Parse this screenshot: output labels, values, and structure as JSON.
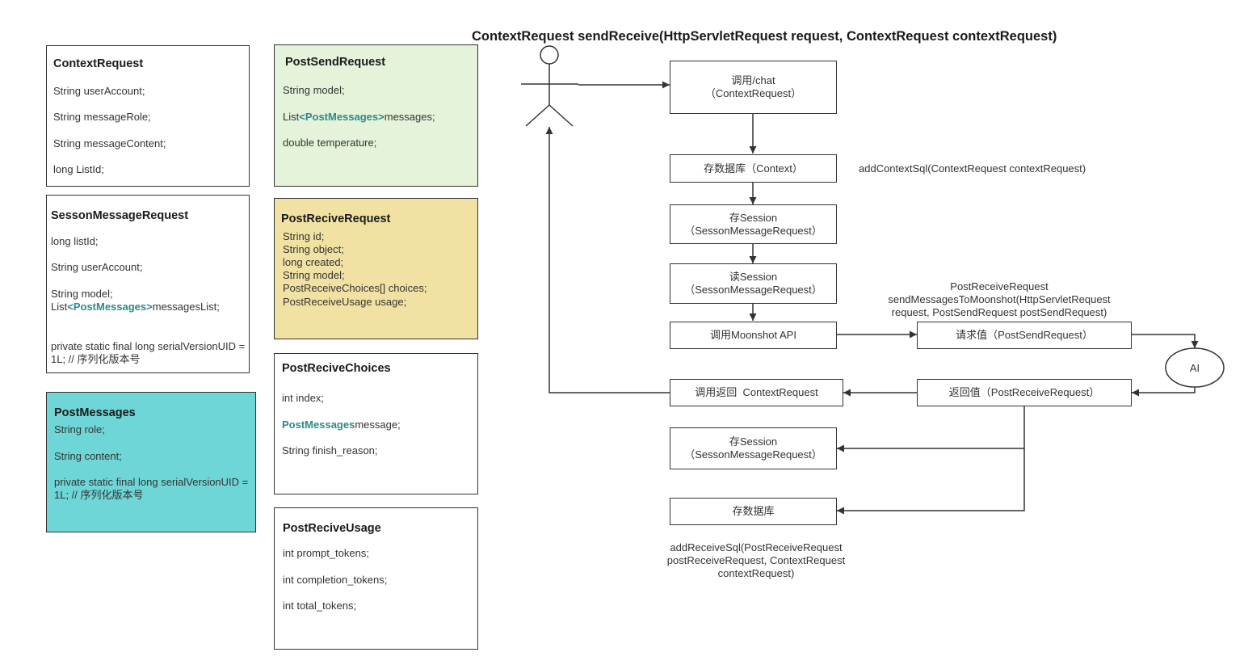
{
  "title": "ContextRequest sendReceive(HttpServletRequest request, ContextRequest contextRequest)",
  "colors": {
    "post_send_bg": "#e4f3da",
    "post_recive_bg": "#f1e2a3",
    "post_messages_bg": "#6ed6d6",
    "highlight_text": "#2b8a8a",
    "line": "#333333"
  },
  "classes": {
    "context_request": {
      "name": "ContextRequest",
      "fields": [
        "String userAccount;",
        "String messageRole;",
        "String messageContent;",
        "long ListId;"
      ]
    },
    "session_message_request": {
      "name": "SessonMessageRequest",
      "fields": [
        "long listId;",
        "String userAccount;",
        "String model;"
      ],
      "list_prefix": "List",
      "list_type": "<PostMessages>",
      "list_name": "messagesList;",
      "serial": "private static final long serialVersionUID = 1L; // 序列化版本号"
    },
    "post_messages": {
      "name": "PostMessages",
      "fields": [
        "String role;",
        "String content;"
      ],
      "serial": "private static final long serialVersionUID = 1L; // 序列化版本号"
    },
    "post_send_request": {
      "name": "PostSendRequest",
      "field_model": "String model;",
      "list_prefix": "List",
      "list_type": "<PostMessages>",
      "list_name": "messages;",
      "field_temperature": "double temperature;"
    },
    "post_recive_request": {
      "name": "PostReciveRequest",
      "fields": [
        "String id;",
        "String object;",
        "long created;",
        "String model;",
        "PostReceiveChoices[] choices;",
        "PostReceiveUsage usage;"
      ]
    },
    "post_recive_choices": {
      "name": "PostReciveChoices",
      "field_index": "int index;",
      "message_type": "PostMessages",
      "message_name": "message;",
      "field_finish": "String finish_reason;"
    },
    "post_recive_usage": {
      "name": "PostReciveUsage",
      "fields": [
        "int prompt_tokens;",
        "int completion_tokens;",
        "int total_tokens;"
      ]
    }
  },
  "flow": {
    "call_chat": [
      "调用/chat",
      "（ContextRequest）"
    ],
    "store_db_context": "存数据库（Context）",
    "add_context_sql": "addContextSql(ContextRequest contextRequest)",
    "store_session_1": [
      "存Session",
      "（SessonMessageRequest）"
    ],
    "read_session": [
      "读Session",
      "（SessonMessageRequest）"
    ],
    "call_moonshot": "调用Moonshot API",
    "send_to_moonshot": [
      "PostReceiveRequest",
      "sendMessagesToMoonshot(HttpServletRequest",
      "request, PostSendRequest postSendRequest)"
    ],
    "request_value": "请求值（PostSendRequest）",
    "ai": "AI",
    "return_value": "返回值（PostReceiveRequest）",
    "call_return": "调用返回  ContextRequest",
    "store_session_2": [
      "存Session",
      "（SessonMessageRequest）"
    ],
    "store_db": "存数据库",
    "add_receive_sql": [
      "addReceiveSql(PostReceiveRequest",
      "postReceiveRequest, ContextRequest",
      "contextRequest)"
    ]
  }
}
